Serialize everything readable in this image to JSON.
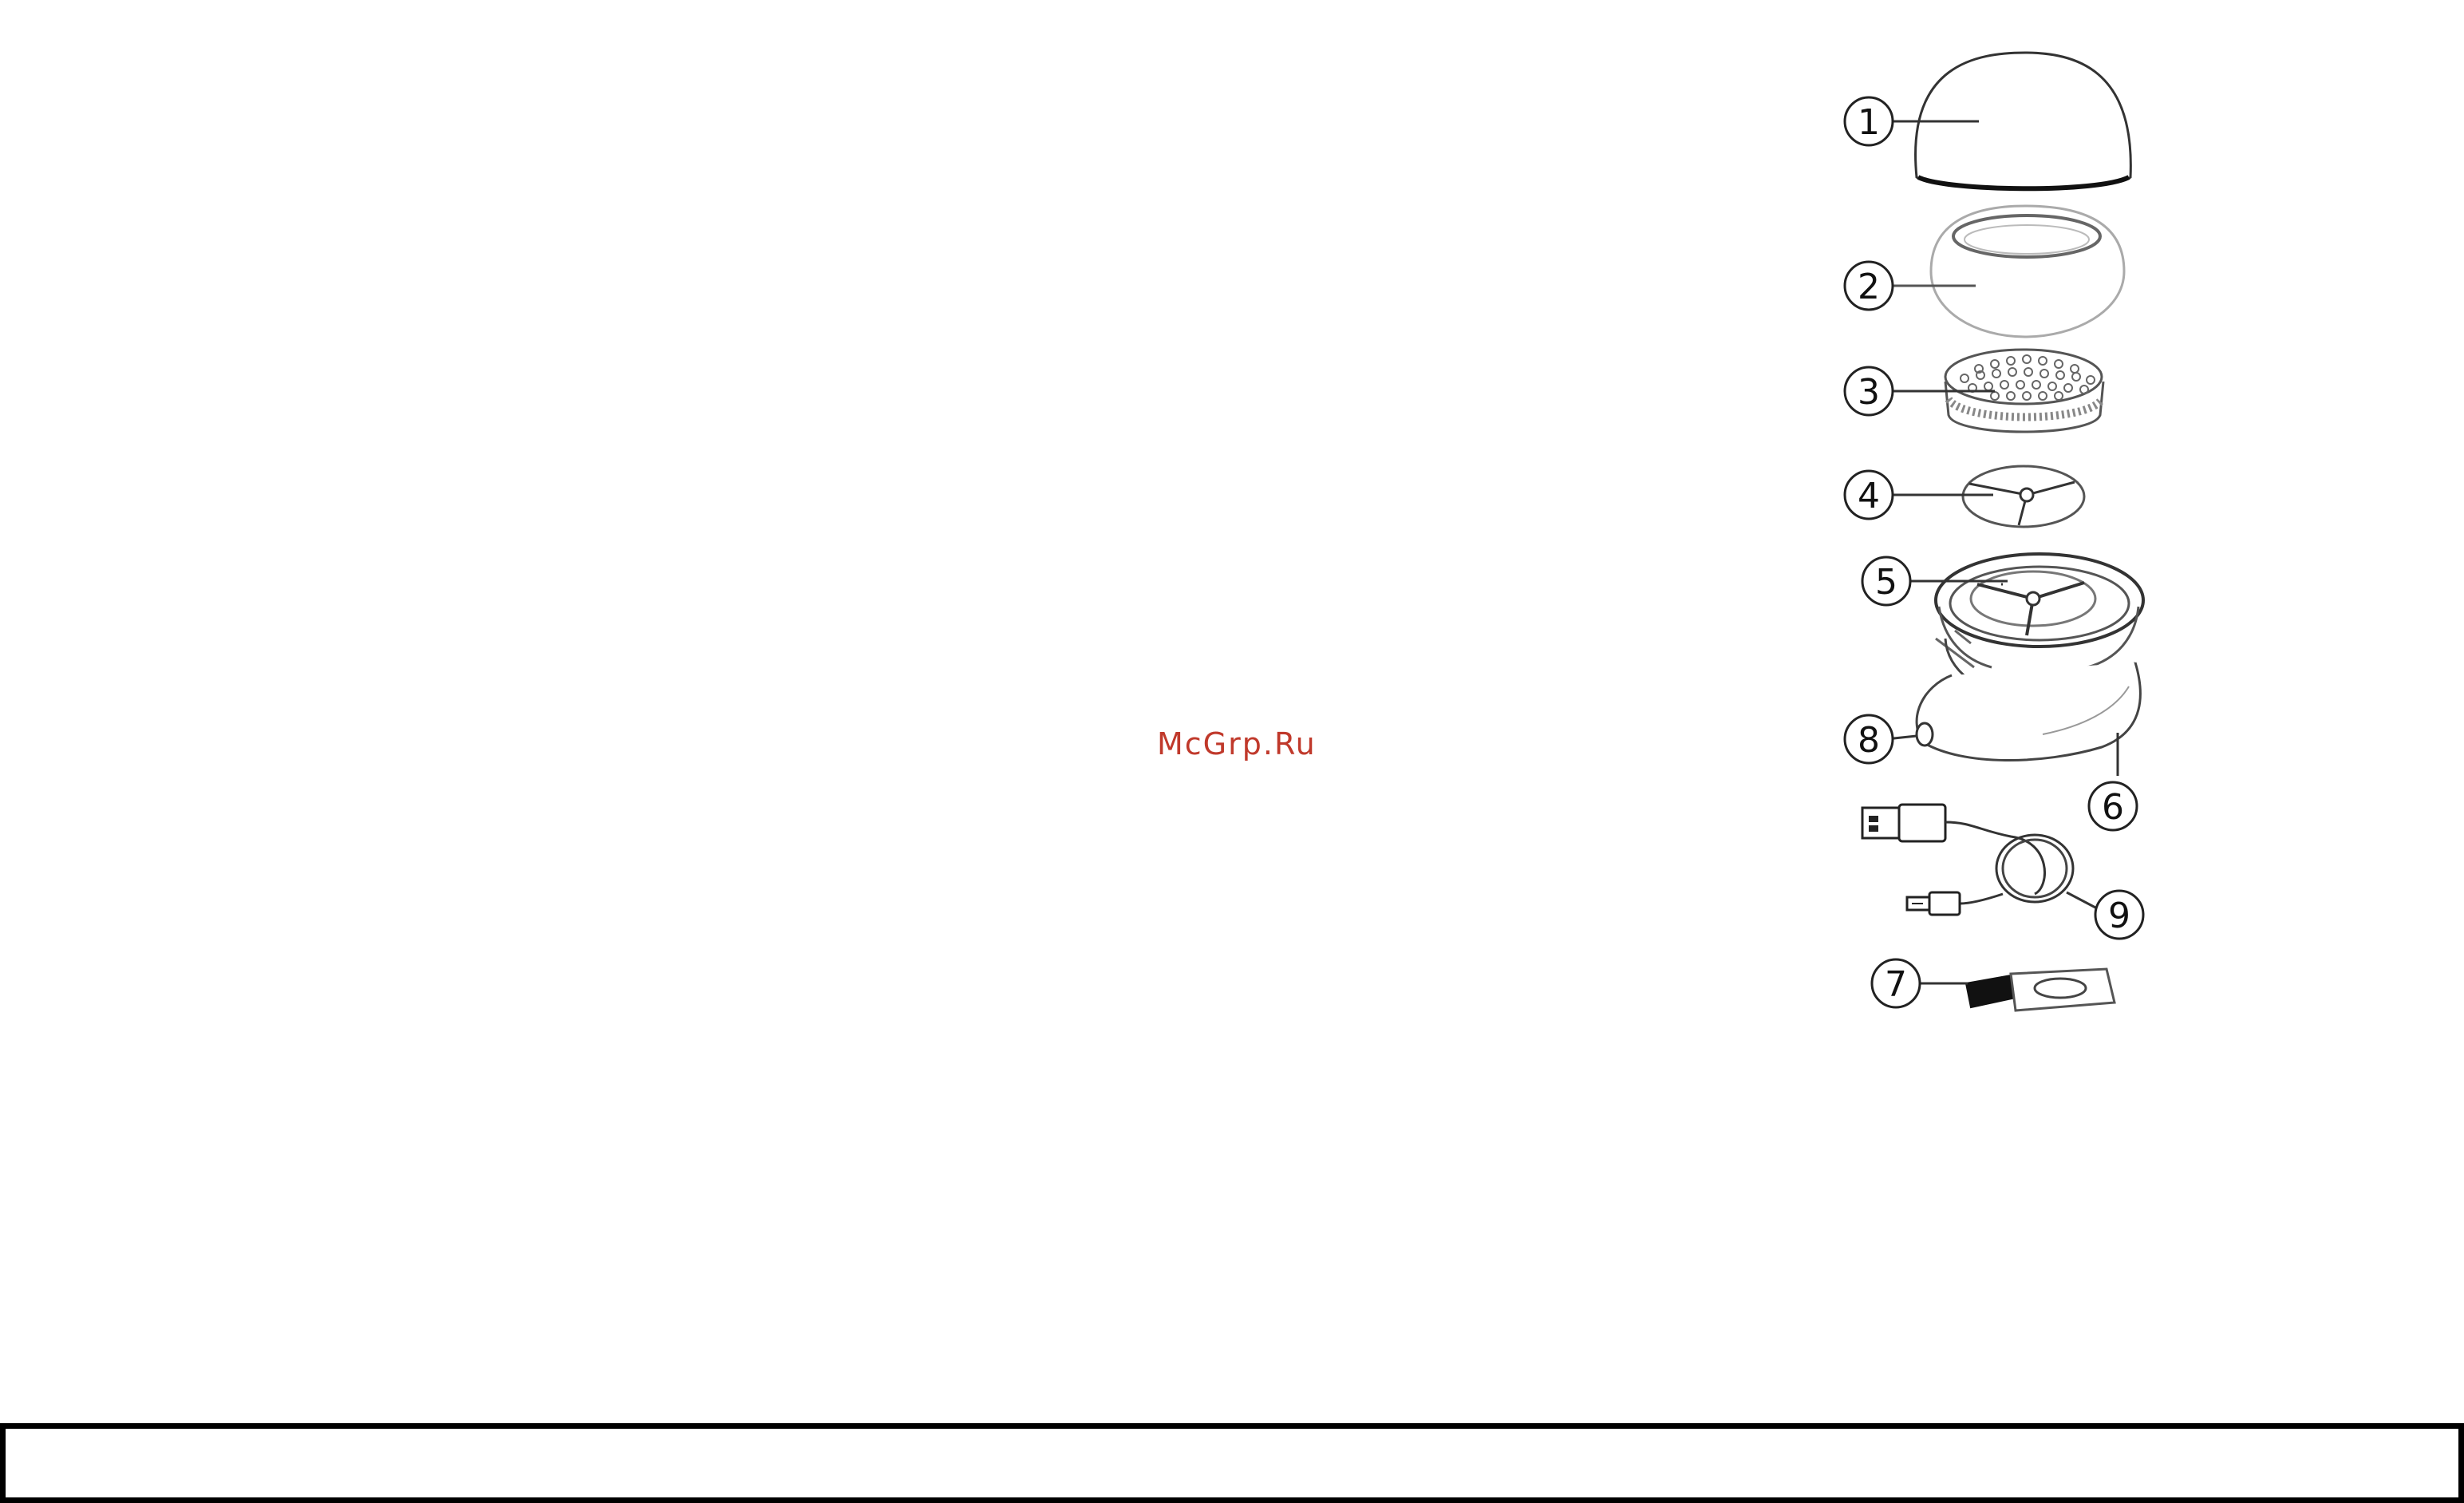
{
  "watermark": "McGrp.Ru",
  "callouts": [
    "1",
    "2",
    "3",
    "4",
    "5",
    "6",
    "7",
    "8",
    "9"
  ],
  "colors": {
    "line": "#222222",
    "light_line": "#999999",
    "watermark": "#c0392b",
    "border": "#000000"
  }
}
